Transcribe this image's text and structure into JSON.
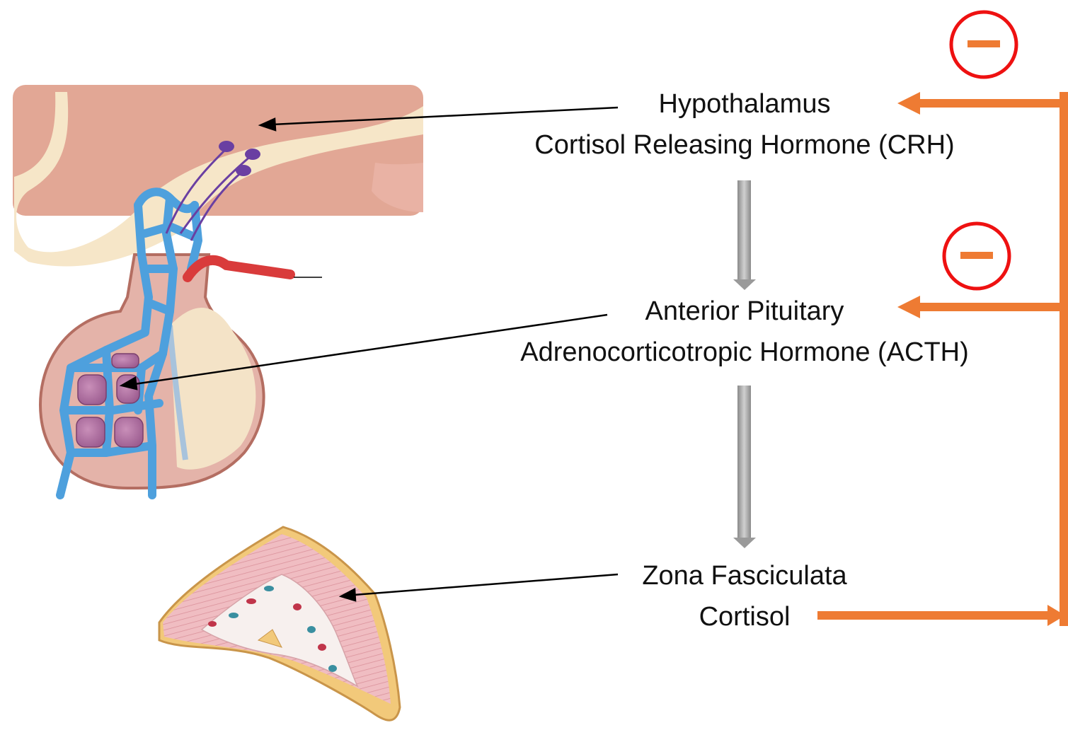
{
  "colors": {
    "feedback": "#ee7b33",
    "inhibition": "#ee1111",
    "flow_arrow": "#a6a6a6",
    "pointer": "#000000",
    "hypothalamus_tissue": "#dfa190",
    "portal_vessels": "#4ea0dd",
    "artery": "#d93b3b",
    "adrenal_cortex": "#eeb7bd"
  },
  "levels": [
    {
      "organ": "Hypothalamus",
      "hormone": "Cortisol Releasing Hormone (CRH)"
    },
    {
      "organ": "Anterior Pituitary",
      "hormone": "Adrenocorticotropic Hormone (ACTH)"
    },
    {
      "organ": "Zona Fasciculata",
      "hormone": "Cortisol"
    }
  ],
  "inhibition_symbols": [
    {
      "target": "Hypothalamus",
      "icon": "minus-circle-icon"
    },
    {
      "target": "Anterior Pituitary",
      "icon": "minus-circle-icon"
    }
  ]
}
